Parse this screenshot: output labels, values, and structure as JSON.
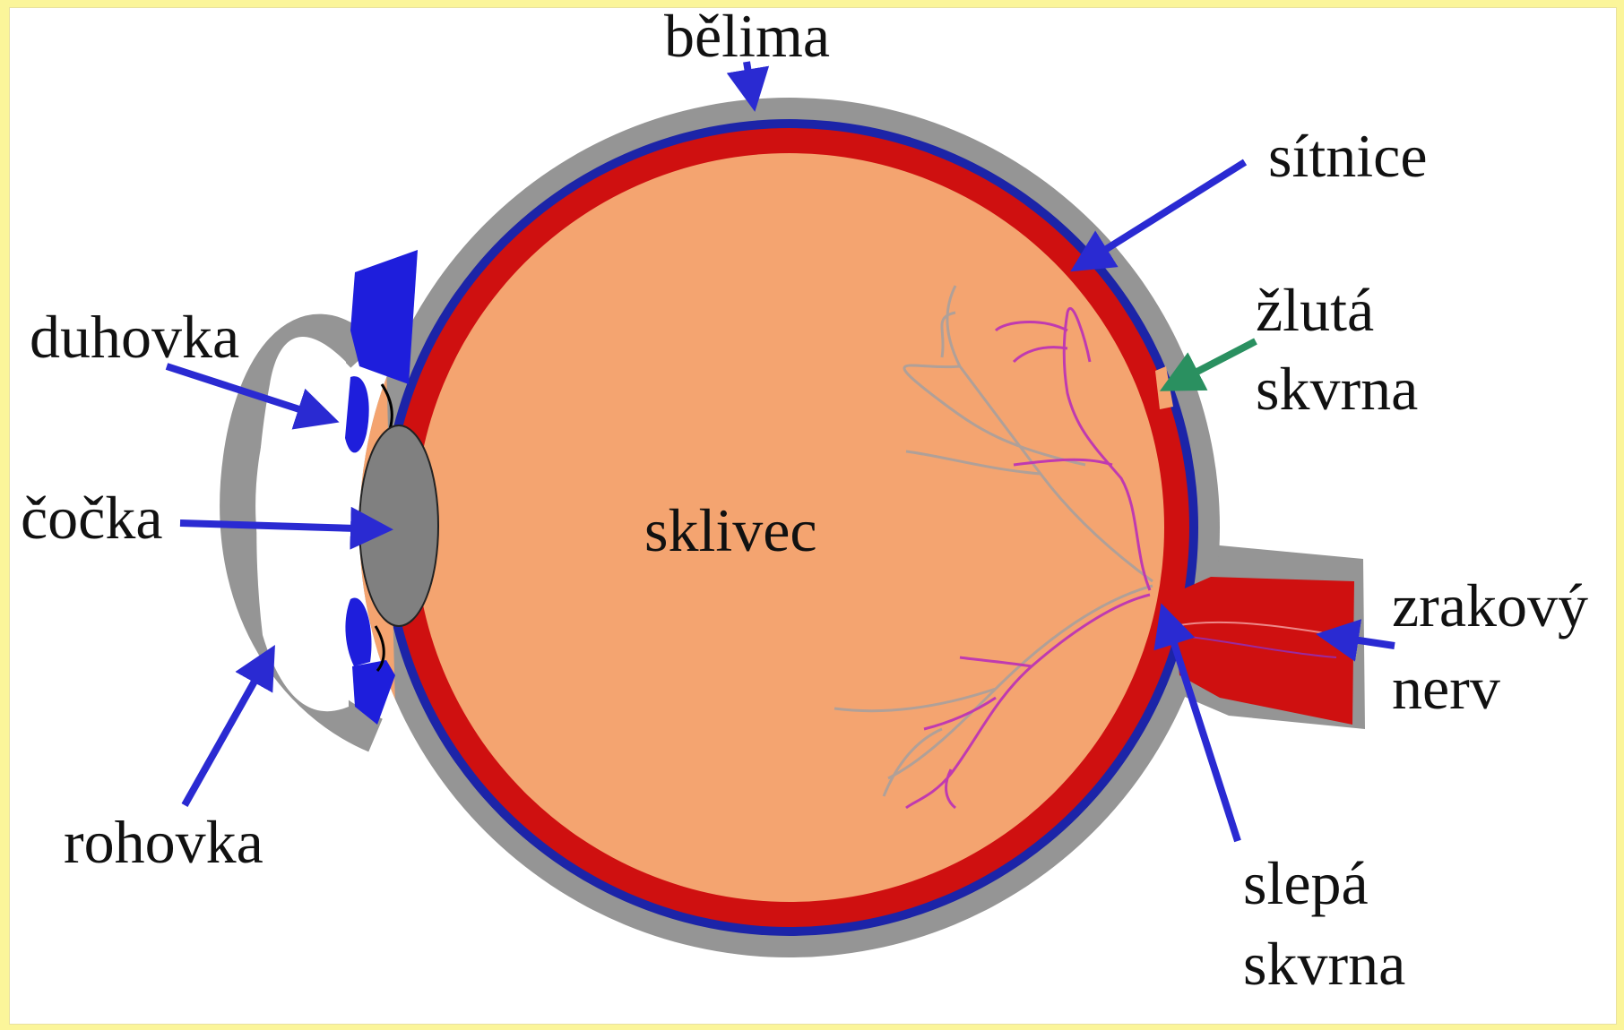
{
  "diagram": {
    "labels": {
      "sclera": "bělima",
      "retina": "sítnice",
      "macula_line1": "žlutá",
      "macula_line2": "skvrna",
      "iris": "duhovka",
      "lens": "čočka",
      "vitreous": "sklivec",
      "optic_nerve_line1": "zrakový",
      "optic_nerve_line2": "nerv",
      "cornea": "rohovka",
      "blind_spot_line1": "slepá",
      "blind_spot_line2": "skvrna"
    },
    "colors": {
      "background": "#fbf59a",
      "panel": "#ffffff",
      "sclera": "#959595",
      "choroid": "#1c24a8",
      "retina": "#cf1010",
      "vitreous": "#f4a470",
      "lens": "#808080",
      "iris": "#1e1edc",
      "arrow": "#2a2ad2",
      "macula_arrow": "#2a9060",
      "blood_vessel": "#c03ab0",
      "nerve_fiber": "#b0a098"
    }
  }
}
